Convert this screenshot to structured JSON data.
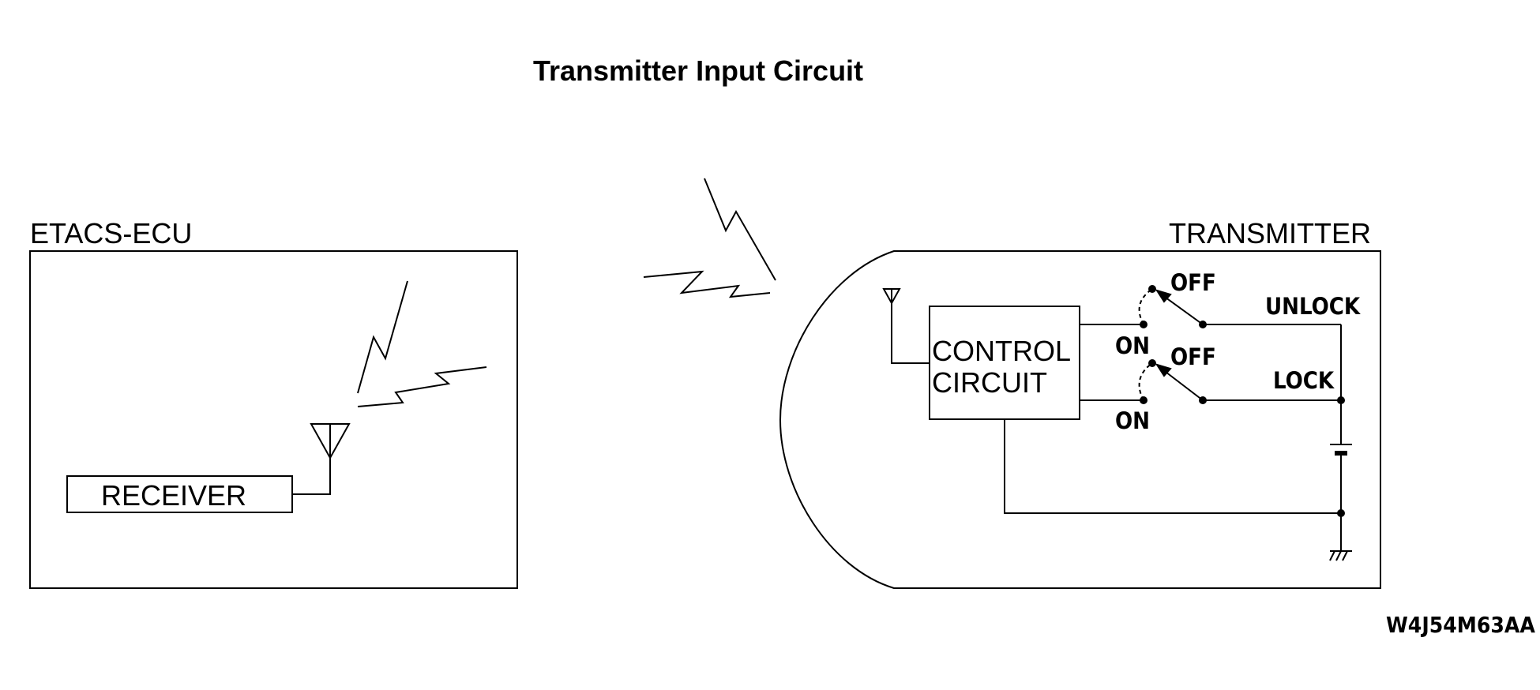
{
  "title": "Transmitter Input Circuit",
  "ecu": {
    "label": "ETACS-ECU",
    "receiver_label": "RECEIVER"
  },
  "transmitter": {
    "label": "TRANSMITTER",
    "control_line1": "CONTROL",
    "control_line2": "CIRCUIT",
    "unlock_switch": {
      "off_label": "OFF",
      "on_label": "ON",
      "signal_label": "UNLOCK"
    },
    "lock_switch": {
      "off_label": "OFF",
      "on_label": "ON",
      "signal_label": "LOCK"
    }
  },
  "figure_code": "W4J54M63AA"
}
